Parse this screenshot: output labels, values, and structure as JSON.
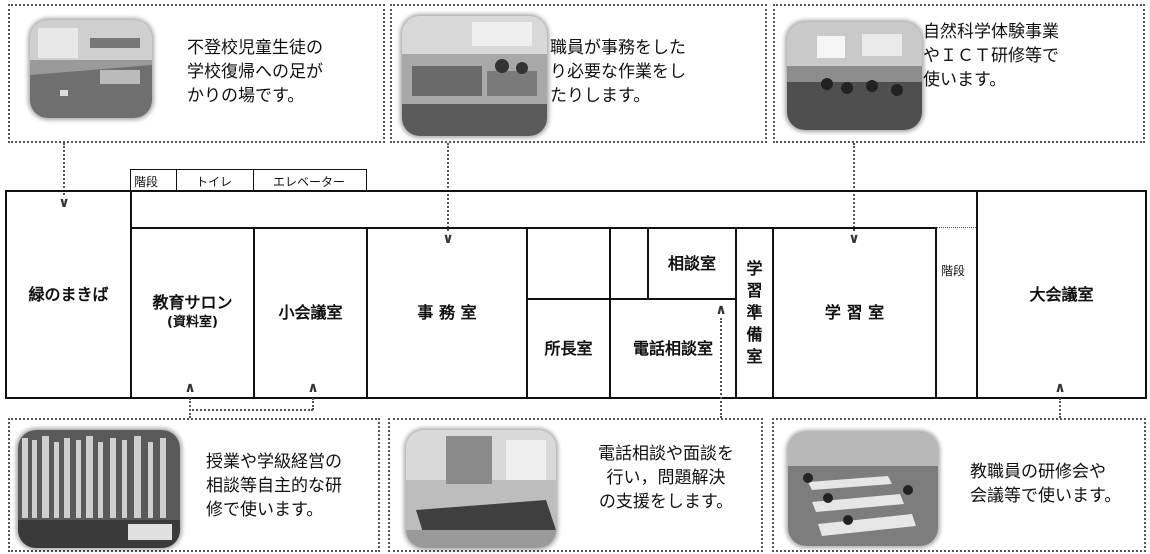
{
  "top_callouts": [
    {
      "lines": [
        "不登校児童生徒の",
        "学校復帰への足が",
        "かりの場です。"
      ]
    },
    {
      "lines": [
        "職員が事務をした",
        "り必要な作業をし",
        "たりします。"
      ]
    },
    {
      "lines": [
        "自然科学体験事業",
        "やＩＣＴ研修等で",
        "使います。"
      ]
    }
  ],
  "bottom_callouts": [
    {
      "lines": [
        "授業や学級経営の",
        "相談等自主的な研",
        "修で使います。"
      ]
    },
    {
      "lines": [
        "電話相談や面談を",
        "行い，問題解決",
        "の支援をします。"
      ]
    },
    {
      "lines": [
        "教職員の研修会や",
        "会議等で使います。"
      ]
    }
  ],
  "rooms": {
    "midori": "緑のまきば",
    "salon": "教育サロン",
    "salon_sub": "(資料室)",
    "small_meeting": "小会議室",
    "office": "事 務 室",
    "director": "所長室",
    "consult": "相談室",
    "phone_consult": "電話相談室",
    "prep": [
      "学",
      "習",
      "準",
      "備",
      "室"
    ],
    "study": "学 習 室",
    "stairs_right": "階段",
    "large_meeting": "大会議室"
  },
  "top_strip": {
    "stairs": "階段",
    "toilet": "トイレ",
    "elevator": "エレベーター"
  },
  "arrows": {
    "down": "∨",
    "up": "∧"
  }
}
